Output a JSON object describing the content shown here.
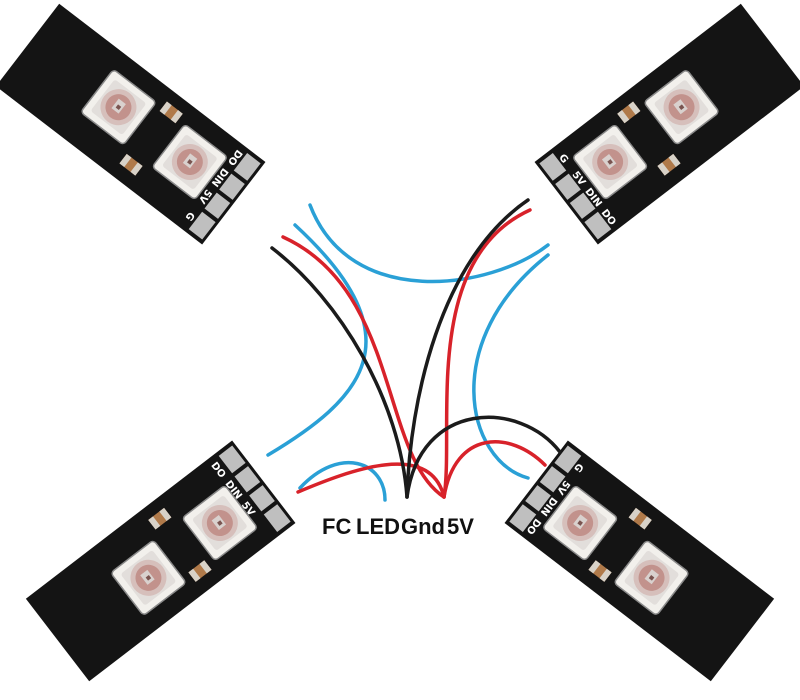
{
  "labels": {
    "fc": "FC",
    "led": "LED",
    "gnd": "Gnd",
    "v5": "5V"
  },
  "pads": {
    "top_left": [
      "DO",
      "DIN",
      "5V",
      "G"
    ],
    "top_right": [
      "G",
      "5V",
      "DIN",
      "DO"
    ],
    "bottom_left": [
      "DO",
      "DIN",
      "5V"
    ],
    "bottom_right": [
      "G",
      "5V",
      "DIN",
      "DO"
    ]
  },
  "colors": {
    "strip": "#141414",
    "led_body": "#f2f0ec",
    "led_core": "#c2928c",
    "wire_signal": "#2aa0d6",
    "wire_power": "#d8222a",
    "wire_ground": "#1b1b1b",
    "pad": "#bfbfbf"
  }
}
